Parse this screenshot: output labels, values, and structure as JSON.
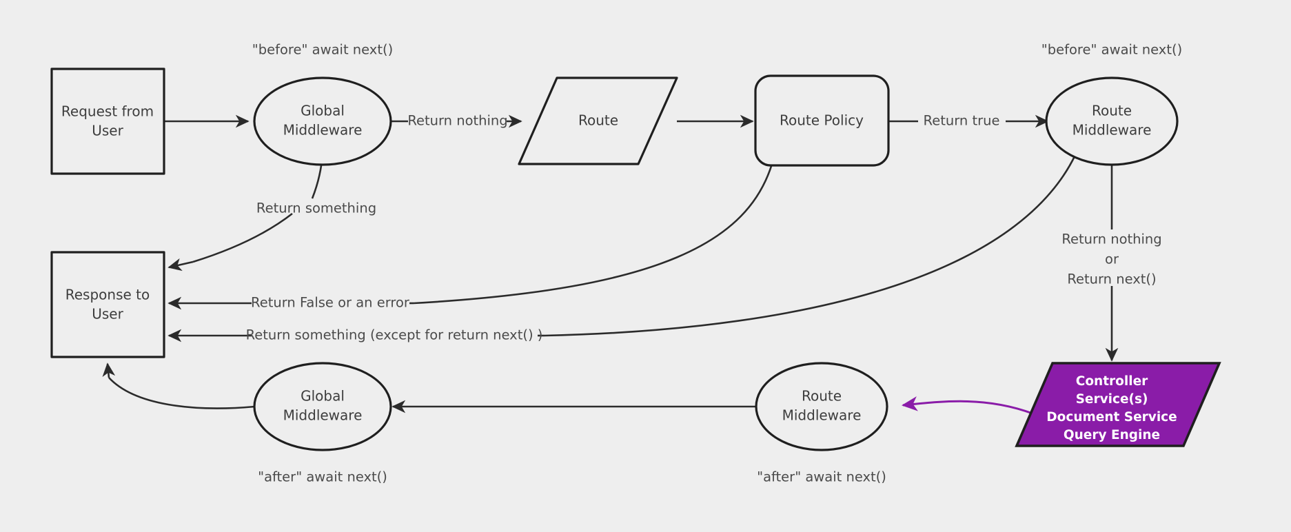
{
  "diagram": {
    "title": "Request / Middleware lifecycle flow",
    "background_color": "#eeeeee",
    "stroke_color": "#1f1f1f",
    "accent_color": "#8A1CA8",
    "nodes": {
      "request_from_user": {
        "line1": "Request from",
        "line2": "User",
        "shape": "rectangle"
      },
      "global_middleware_before": {
        "line1": "Global",
        "line2": "Middleware",
        "shape": "ellipse"
      },
      "route": {
        "line1": "Route",
        "shape": "parallelogram"
      },
      "route_policy": {
        "line1": "Route Policy",
        "shape": "rounded-rectangle"
      },
      "route_middleware_before": {
        "line1": "Route",
        "line2": "Middleware",
        "shape": "ellipse"
      },
      "response_to_user": {
        "line1": "Response to",
        "line2": "User",
        "shape": "rectangle"
      },
      "global_middleware_after": {
        "line1": "Global",
        "line2": "Middleware",
        "shape": "ellipse"
      },
      "route_middleware_after": {
        "line1": "Route",
        "line2": "Middleware",
        "shape": "ellipse"
      },
      "controller_services": {
        "line1": "Controller",
        "line2": "Service(s)",
        "line3": "Document Service",
        "line4": "Query Engine",
        "shape": "parallelogram",
        "fill": "#8A1CA8",
        "text_color": "#ffffff"
      }
    },
    "annotations": {
      "before_global": "\"before\" await next()",
      "before_route_mw": "\"before\" await next()",
      "after_global": "\"after\" await next()",
      "after_route_mw": "\"after\" await next()"
    },
    "edge_labels": {
      "return_something_global": "Return something",
      "return_nothing": "Return nothing",
      "return_true": "Return true",
      "return_false_or_error": "Return False or an error",
      "return_something_except": "Return something (except for return next() )",
      "return_nothing_or_next_1": "Return nothing",
      "return_nothing_or_next_2": "or",
      "return_nothing_or_next_3": "Return next()"
    }
  }
}
